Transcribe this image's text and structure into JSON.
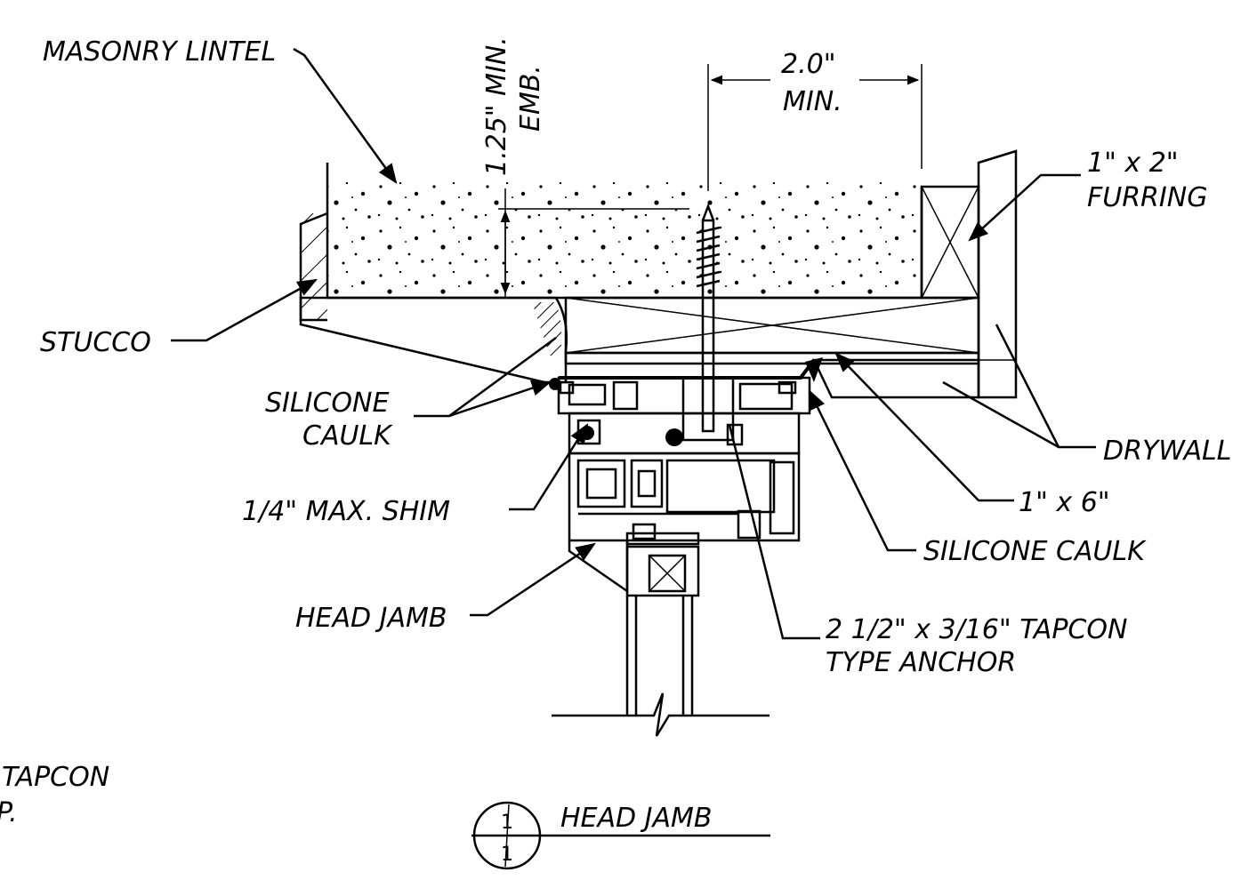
{
  "labels": {
    "masonry_lintel": "MASONRY LINTEL",
    "embed_dim": "1.25\" MIN.",
    "embed_dim_2": "EMB.",
    "edge_dim": "2.0\"",
    "edge_dim_2": "MIN.",
    "furring": "1\" x 2\"",
    "furring_2": "FURRING",
    "stucco": "STUCCO",
    "silicone_caulk_left": "SILICONE",
    "silicone_caulk_left_2": "CAULK",
    "drywall": "DRYWALL",
    "board": "1\" x 6\"",
    "shim": "1/4\" MAX. SHIM",
    "silicone_caulk_right": "SILICONE CAULK",
    "head_jamb": "HEAD JAMB",
    "anchor": "2 1/2\" x 3/16\" TAPCON",
    "anchor_2": "TYPE ANCHOR",
    "tapcon_partial": "TAPCON",
    "tapcon_partial_2": "P."
  },
  "title_block": {
    "title": "HEAD JAMB",
    "detail_number": "1",
    "sheet_number": "1"
  }
}
